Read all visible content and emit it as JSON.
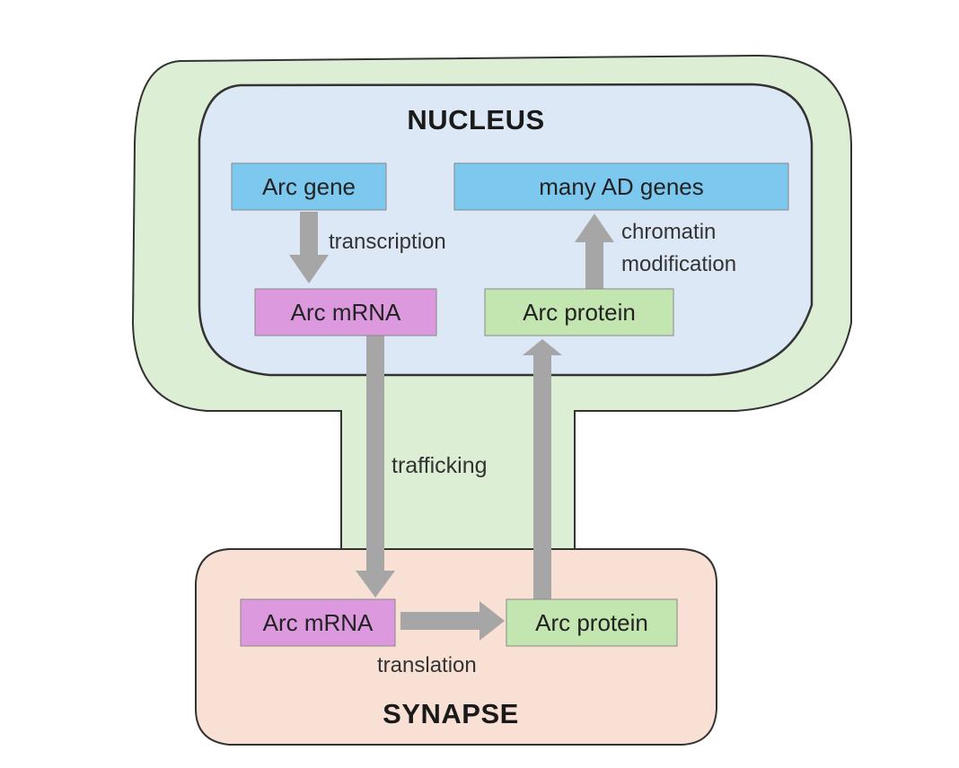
{
  "colors": {
    "cell": "#dcefd4",
    "cell_stroke": "#333333",
    "nucleus": "#dde8f6",
    "synapse": "#f8e1d4",
    "gene_box": "#7cc8ee",
    "mrna_box": "#dd99de",
    "protein_box": "#c3e6b0",
    "arrow": "#a6a6a6"
  },
  "nucleus": {
    "title": "NUCLEUS",
    "arc_gene": "Arc gene",
    "ad_genes": "many AD genes",
    "arc_mrna": "Arc mRNA",
    "arc_protein": "Arc protein",
    "transcription": "transcription",
    "chromatin_line1": "chromatin",
    "chromatin_line2": "modification"
  },
  "trafficking": "trafficking",
  "synapse": {
    "title": "SYNAPSE",
    "arc_mrna": "Arc mRNA",
    "arc_protein": "Arc protein",
    "translation": "translation"
  }
}
